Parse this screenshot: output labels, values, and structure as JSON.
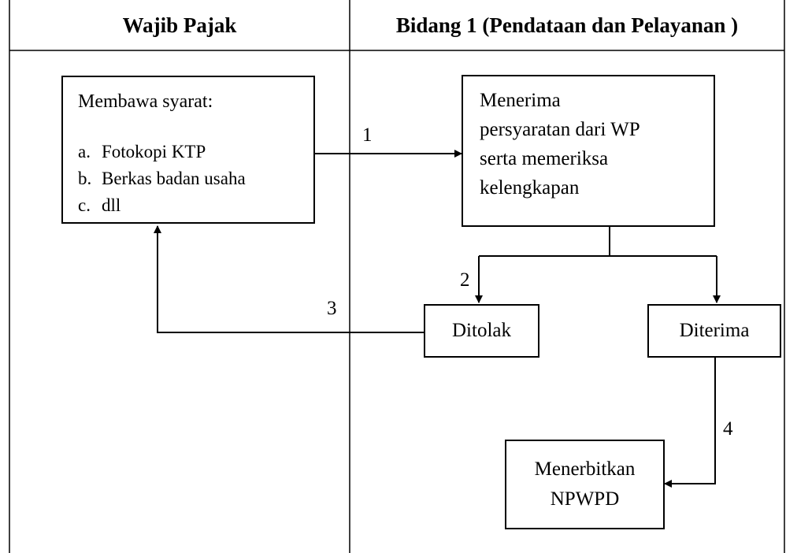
{
  "header": {
    "left": "Wajib Pajak",
    "right": "Bidang 1 (Pendataan dan Pelayanan )"
  },
  "nodes": {
    "syarat": {
      "title": "Membawa syarat:",
      "items": [
        {
          "marker": "a.",
          "text": "Fotokopi KTP"
        },
        {
          "marker": "b.",
          "text": "Berkas badan usaha"
        },
        {
          "marker": "c.",
          "text": "dll"
        }
      ]
    },
    "menerima": {
      "lines": [
        "Menerima",
        "persyaratan dari WP",
        "serta memeriksa",
        "kelengkapan"
      ]
    },
    "ditolak": {
      "label": "Ditolak"
    },
    "diterima": {
      "label": "Diterima"
    },
    "menerbitkan": {
      "lines": [
        "Menerbitkan",
        "NPWPD"
      ]
    }
  },
  "step_labels": {
    "s1": "1",
    "s2": "2",
    "s3": "3",
    "s4": "4"
  },
  "colors": {
    "line": "#000000",
    "background": "#ffffff"
  }
}
